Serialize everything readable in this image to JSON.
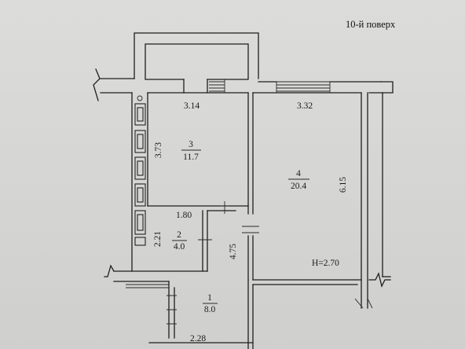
{
  "floor_label": "10-й поверх",
  "rooms": [
    {
      "number": "1",
      "area": "8.0"
    },
    {
      "number": "2",
      "area": "4.0"
    },
    {
      "number": "3",
      "area": "11.7"
    },
    {
      "number": "4",
      "area": "20.4"
    }
  ],
  "dimensions": {
    "room3_width": "3.14",
    "room4_width": "3.32",
    "room3_length": "3.73",
    "room4_length": "6.15",
    "room2_width": "1.80",
    "room2_length": "2.21",
    "corridor_length": "4.75",
    "corridor_width": "2.28"
  },
  "ceiling_height": "H=2.70"
}
